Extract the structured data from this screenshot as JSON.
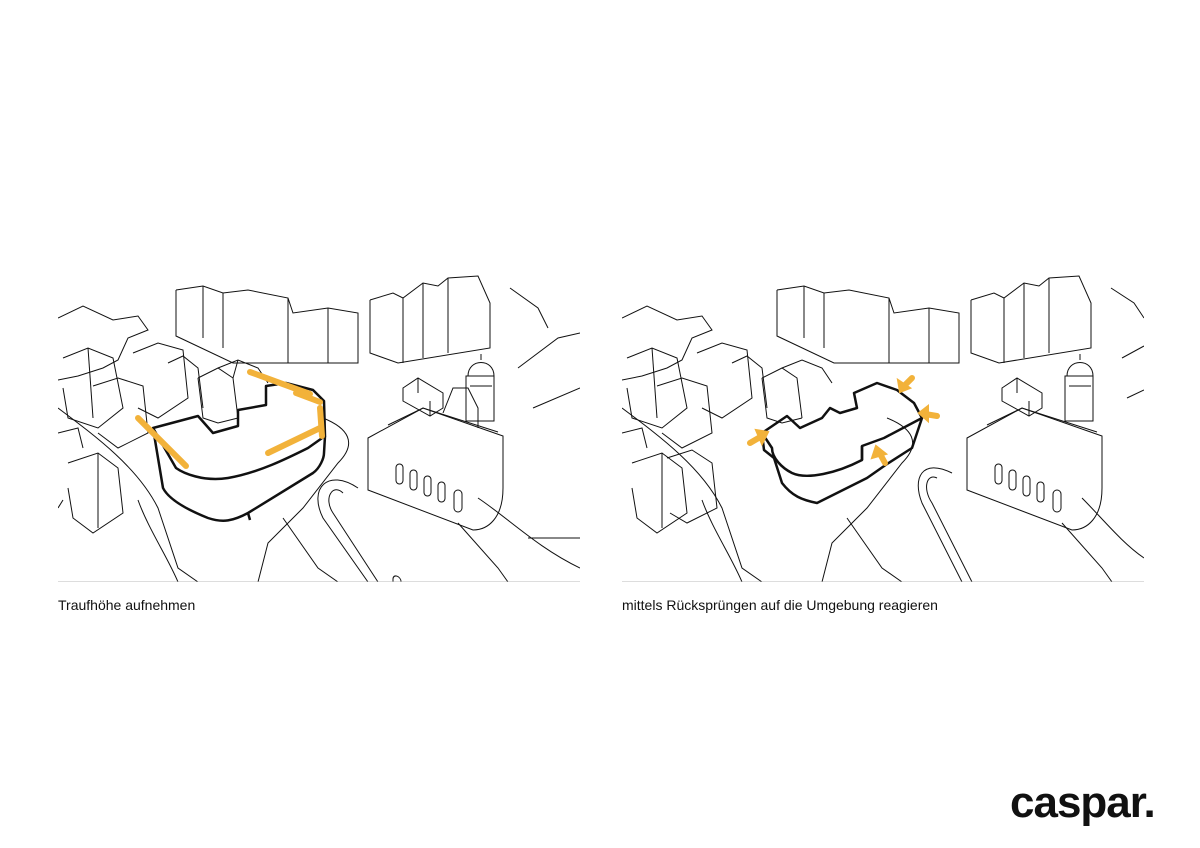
{
  "diagrams": [
    {
      "caption": "Traufhöhe aufnehmen",
      "annotation": "highlight-lines"
    },
    {
      "caption": "mittels Rücksprüngen auf die Umgebung reagieren",
      "annotation": "arrows"
    }
  ],
  "logo": {
    "text": "caspar."
  },
  "colors": {
    "highlight": "#F2B23A",
    "line": "#111111",
    "background": "#FFFFFF"
  }
}
